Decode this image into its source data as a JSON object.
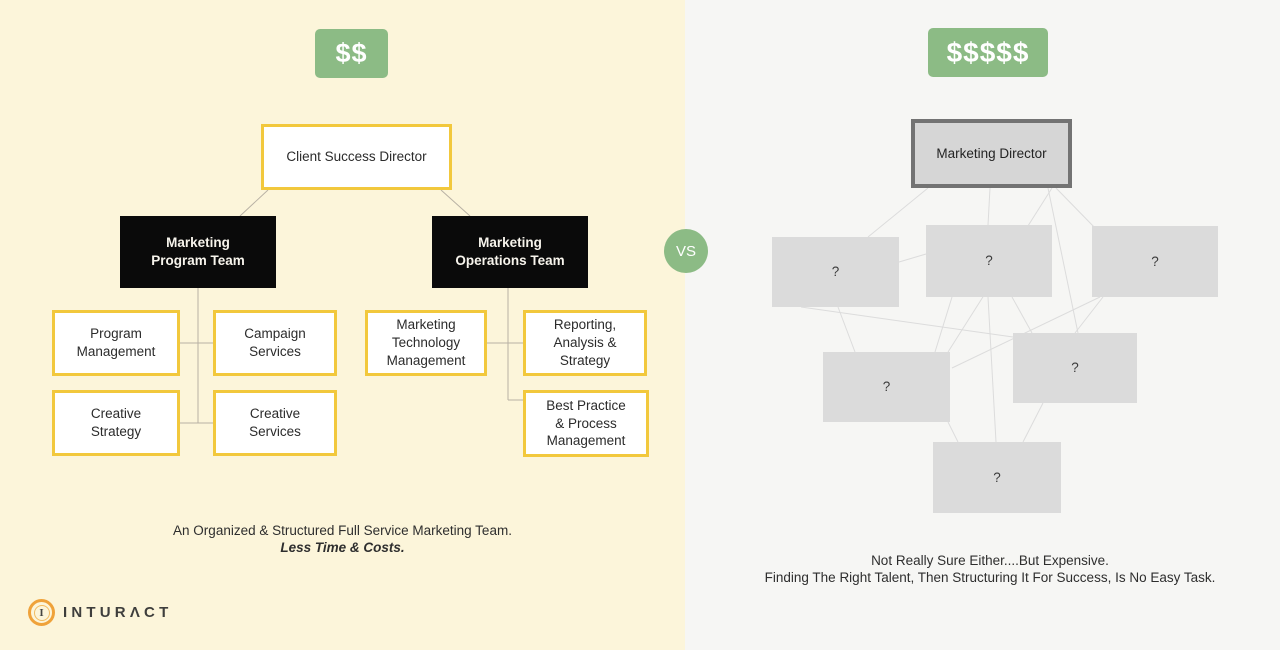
{
  "colors": {
    "left_background": "#fcf5da",
    "right_background": "#f6f6f4",
    "accent_green": "#8cbb85",
    "accent_yellow": "#f2c83c",
    "black_box": "#0a0a0a",
    "gray_box": "#dbdbdb",
    "director_box_border": "#737373",
    "left_connector": "#b8b1a4",
    "right_connector": "#dcdcdc"
  },
  "left": {
    "cost_badge": "$$",
    "director": "Client Success Director",
    "teams": [
      {
        "label": "Marketing\nProgram Team"
      },
      {
        "label": "Marketing\nOperations Team"
      }
    ],
    "subteams": [
      {
        "label": "Program\nManagement"
      },
      {
        "label": "Campaign\nServices"
      },
      {
        "label": "Marketing\nTechnology\nManagement"
      },
      {
        "label": "Reporting,\nAnalysis &\nStrategy"
      },
      {
        "label": "Creative\nStrategy"
      },
      {
        "label": "Creative\nServices"
      },
      {
        "label": "Best Practice\n& Process\nManagement"
      }
    ],
    "caption": {
      "line1": "An Organized & Structured Full Service Marketing Team.",
      "line2": "Less Time & Costs."
    },
    "logo": {
      "icon_letter": "I",
      "text": "INTURΛCT"
    }
  },
  "versus": "VS",
  "right": {
    "cost_badge": "$$$$$",
    "director": "Marketing Director",
    "unknowns": [
      {
        "label": "?"
      },
      {
        "label": "?"
      },
      {
        "label": "?"
      },
      {
        "label": "?"
      },
      {
        "label": "?"
      },
      {
        "label": "?"
      }
    ],
    "caption": {
      "line1": "Not Really Sure Either....But Expensive.",
      "line2": "Finding The Right Talent, Then Structuring It For Success, Is No Easy Task."
    }
  }
}
